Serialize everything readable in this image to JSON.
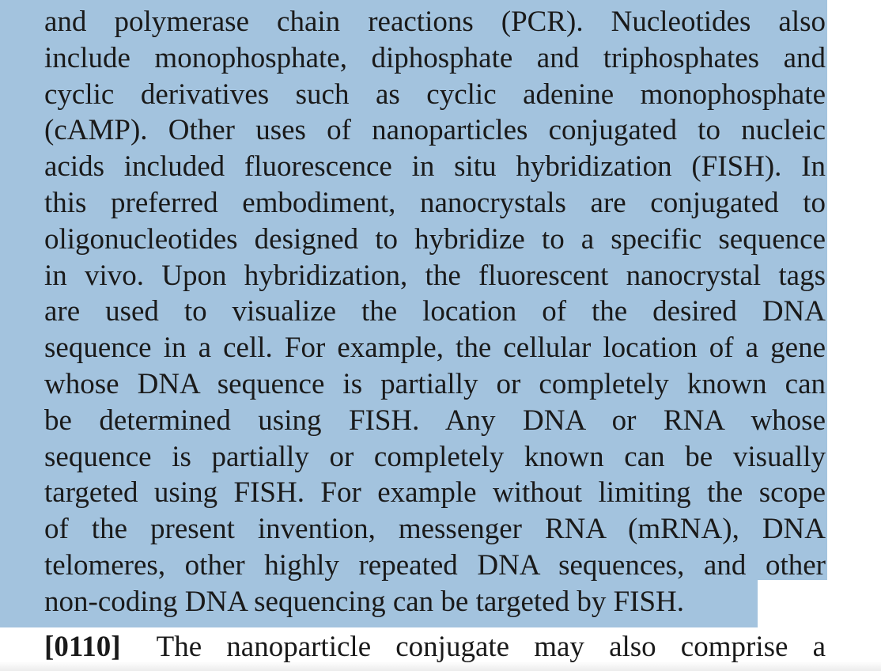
{
  "document": {
    "selected_lines": [
      "and polymerase chain reactions (PCR). Nucleotides also",
      "include monophosphate, diphosphate and triphosphates and",
      "cyclic derivatives such as cyclic adenine monophosphate",
      "(cAMP). Other uses of nanoparticles conjugated to nucleic",
      "acids included fluorescence in situ hybridization (FISH). In",
      "this preferred embodiment, nanocrystals are conjugated to",
      "oligonucleotides designed to hybridize to a specific sequence",
      "in vivo. Upon hybridization, the fluorescent nanocrystal tags",
      "are used to visualize the location of the desired DNA",
      "sequence in a cell. For example, the cellular location of a gene",
      "whose DNA sequence is partially or completely known can",
      "be determined using FISH. Any DNA or RNA whose",
      "sequence is partially or completely known can be visually",
      "targeted using FISH. For example without limiting the scope",
      "of the present invention, messenger RNA (mRNA), DNA",
      "telomeres, other highly repeated DNA sequences, and other",
      "non-coding DNA sequencing can be targeted by FISH."
    ],
    "next_paragraph": {
      "number": "[0110]",
      "first_line": "The nanoparticle conjugate may also comprise a"
    }
  },
  "colors": {
    "selection": "#a3c3de",
    "text": "#1a1a1a",
    "background": "#ffffff"
  }
}
